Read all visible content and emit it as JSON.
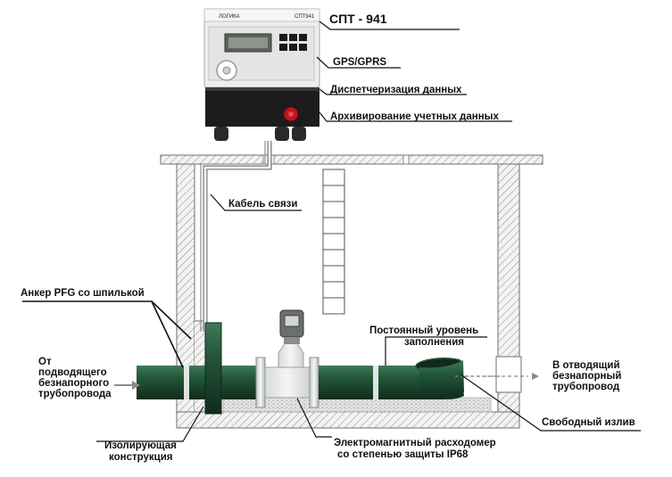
{
  "device": {
    "brand": "ЛОГИКА",
    "model_badge": "СПТ941"
  },
  "labels": {
    "device_title": "СПТ - 941",
    "gps": "GPS/GPRS",
    "dispatch": "Диспетчеризация данных",
    "archive": "Архивирование учетных данных",
    "cable": "Кабель связи",
    "anchor": "Анкер PFG со шпилькой",
    "inlet": [
      "От",
      "подводящего",
      "безнапорного",
      "трубопровода"
    ],
    "level": [
      "Постоянный уровень",
      "заполнения"
    ],
    "outlet": [
      "В отводящий",
      "безнапорный",
      "трубопровод"
    ],
    "free_outlet": "Свободный излив",
    "insulating": [
      "Изолирующая",
      "конструкция"
    ],
    "flowmeter": [
      "Электромагнитный расходомер",
      "со степенью защиты IP68"
    ]
  },
  "colors": {
    "pipe": "#1f4f33",
    "pipe_dark": "#123322",
    "pipe_light": "#3f7a55",
    "concrete": "#f0f0f0",
    "hatch": "#8a8a8a",
    "device_body": "#ececec",
    "device_lower": "#1c1c1c",
    "button_red": "#c0141b",
    "arrow": "#8a8a8a"
  }
}
